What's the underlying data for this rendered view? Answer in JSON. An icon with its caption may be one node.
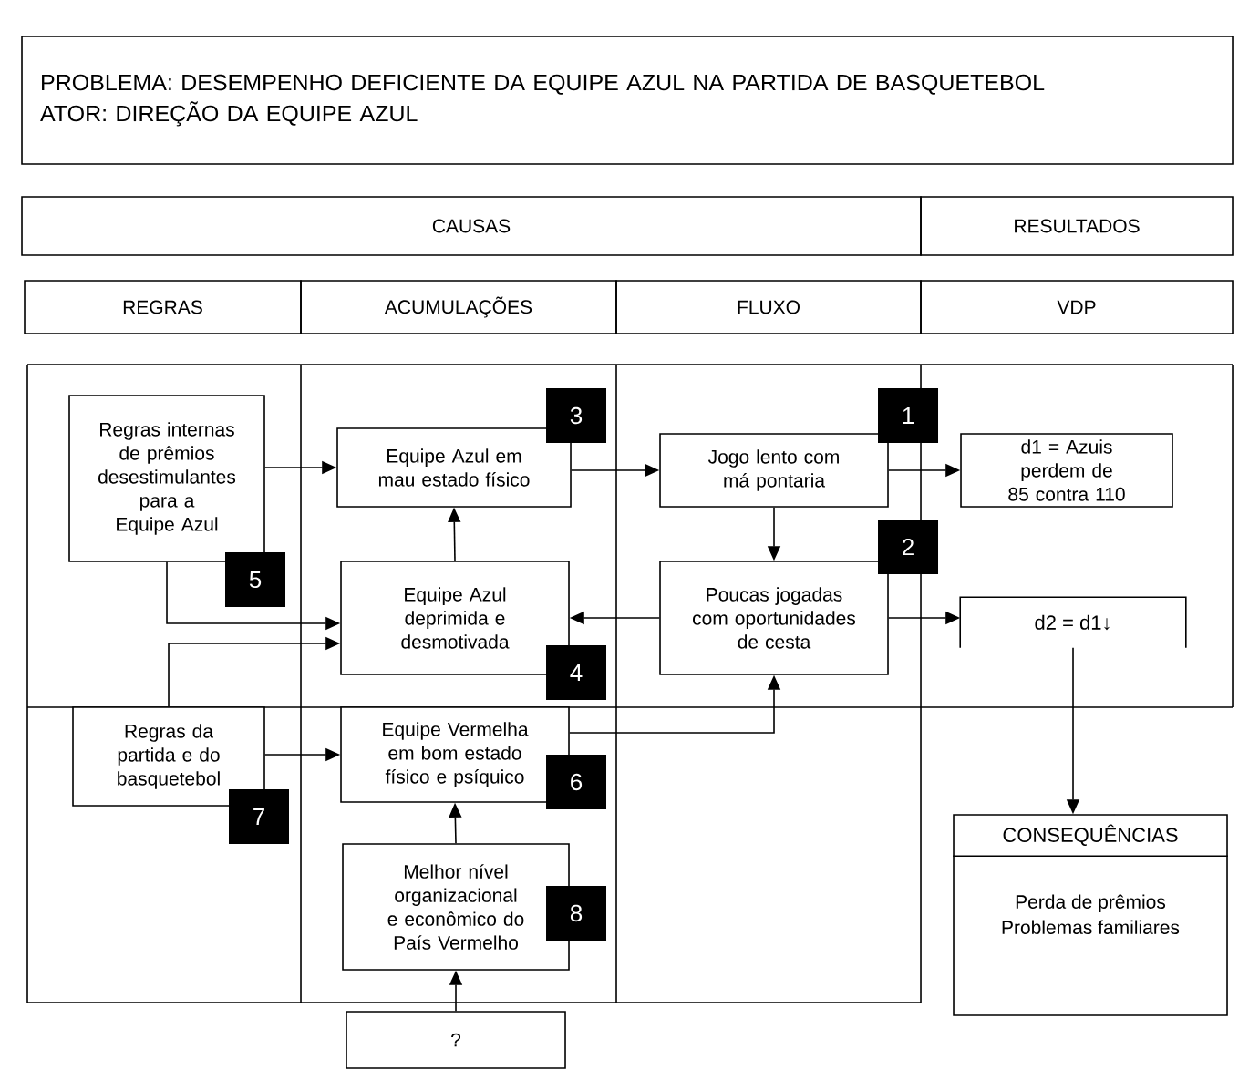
{
  "diagram": {
    "nodes": [
      {
        "text": [
          "PROBLEMA: DESEMPENHO DEFICIENTE DA EQUIPE AZUL NA PARTIDA DE BASQUETEBOL",
          "ATOR: DIREÇÃO DA EQUIPE AZUL"
        ]
      },
      {
        "text": [
          "CAUSAS"
        ]
      },
      {
        "text": [
          "RESULTADOS"
        ]
      },
      {
        "text": [
          "REGRAS"
        ]
      },
      {
        "text": [
          "ACUMULAÇÕES"
        ]
      },
      {
        "text": [
          "FLUXO"
        ]
      },
      {
        "text": [
          "VDP"
        ]
      },
      {
        "text": [
          "Regras internas de prêmios desestimulantes para a Equipe Azul"
        ],
        "beside": [
          "5"
        ]
      },
      {
        "text": [
          "Equipe Azul em mau estado físico"
        ],
        "beside": [
          "3"
        ]
      },
      {
        "text": [
          "Jogo lento com má pontaria"
        ],
        "beside": [
          "1"
        ]
      },
      {
        "text": [
          "d1 = Azuis perdem de 85 contra 110"
        ]
      },
      {
        "text": [
          "Equipe Azul deprimida e desmotivada"
        ],
        "beside": [
          "4"
        ]
      },
      {
        "text": [
          "Poucas jogadas com oportunidades de cesta"
        ],
        "beside": [
          "2"
        ]
      },
      {
        "text": [
          "d2 = d1↓"
        ]
      },
      {
        "text": [
          "Regras da partida e do basquetebol"
        ],
        "beside": [
          "7"
        ]
      },
      {
        "text": [
          "Equipe Vermelha em bom estado físico e psíquico"
        ],
        "beside": [
          "6"
        ]
      },
      {
        "text": [
          "Melhor nível organizacional e econômico do País Vermelho"
        ],
        "beside": [
          "8"
        ]
      },
      {
        "text": [
          "CONSEQUÊNCIAS",
          "Perda de prêmios",
          "Problemas familiares"
        ]
      },
      {
        "text": [
          "?"
        ]
      }
    ],
    "edges": [
      {
        "from": 7,
        "to": 8,
        "arrow": "to"
      },
      {
        "from": 7,
        "to": 11,
        "arrow": "to"
      },
      {
        "from": 14,
        "to": 11,
        "arrow": "to"
      },
      {
        "from": 11,
        "to": 8,
        "arrow": "to"
      },
      {
        "from": 8,
        "to": 9,
        "arrow": "to"
      },
      {
        "from": 9,
        "to": 12,
        "arrow": "to"
      },
      {
        "from": 12,
        "to": 11,
        "arrow": "to"
      },
      {
        "from": 9,
        "to": 10,
        "arrow": "to"
      },
      {
        "from": 12,
        "to": 13,
        "arrow": "to"
      },
      {
        "from": 13,
        "to": 17,
        "arrow": "to"
      },
      {
        "from": 14,
        "to": 15,
        "arrow": "to"
      },
      {
        "from": 15,
        "to": 12,
        "arrow": "to"
      },
      {
        "from": 16,
        "to": 15,
        "arrow": "to"
      },
      {
        "from": 18,
        "to": 16,
        "arrow": "to"
      }
    ]
  }
}
